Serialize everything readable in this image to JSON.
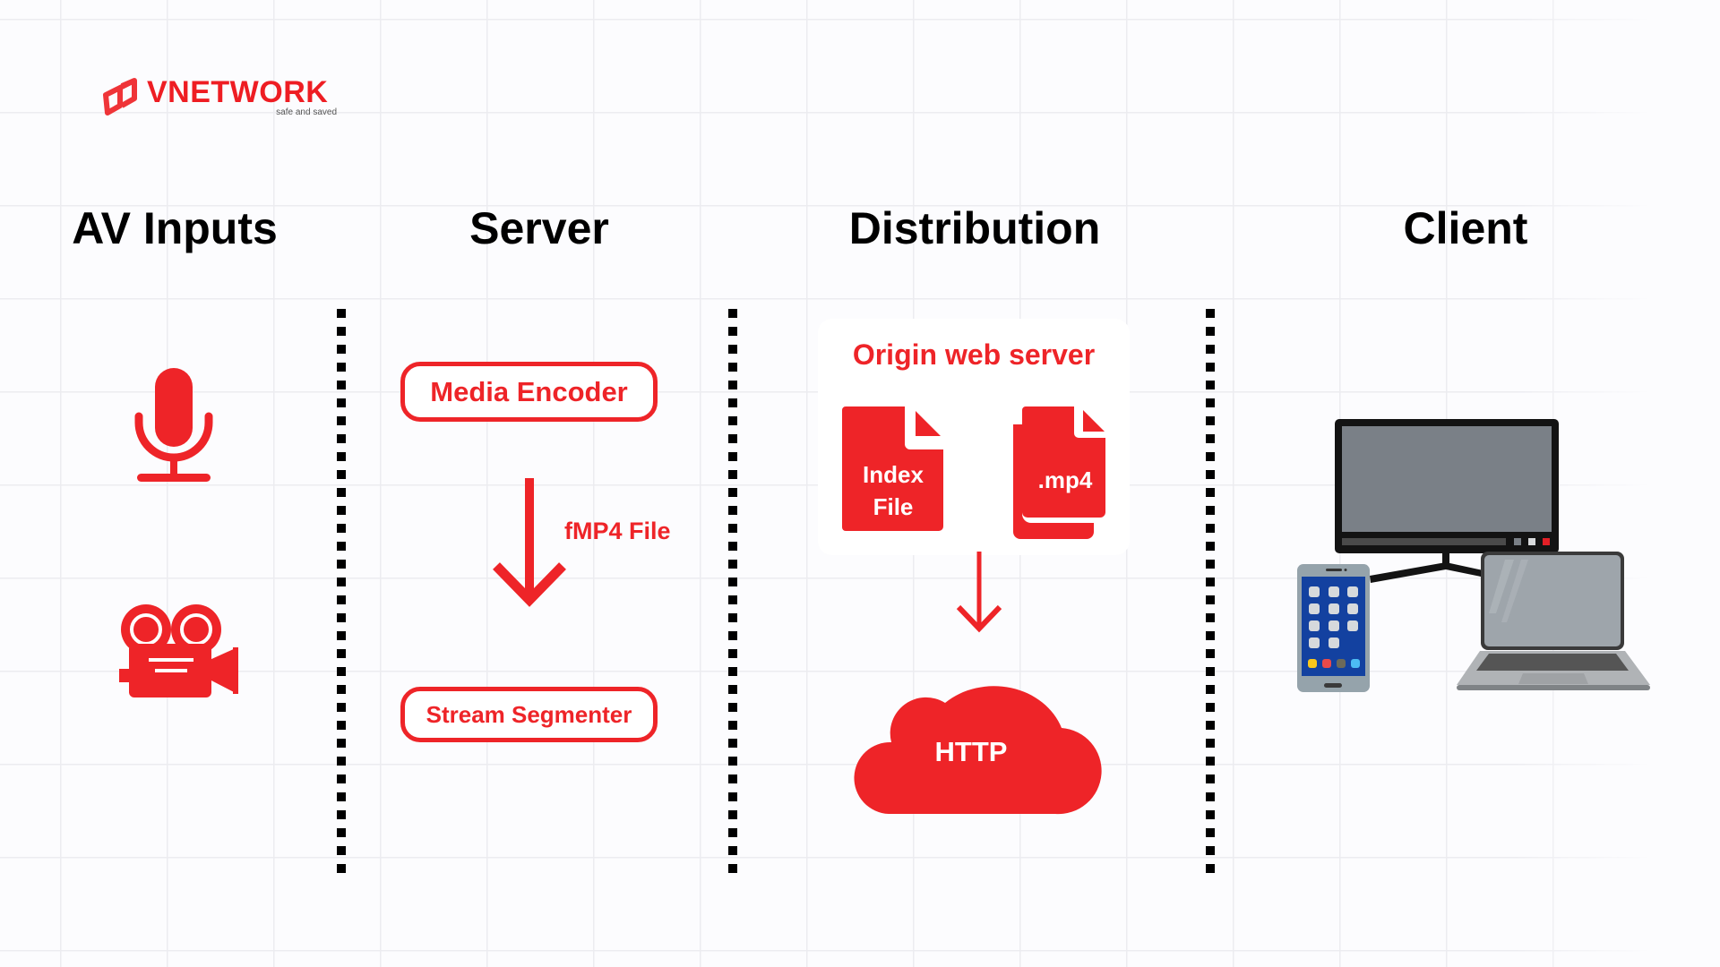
{
  "brand": {
    "name": "VNETWORK",
    "tagline": "safe and saved",
    "accent_color": "#ee2428"
  },
  "columns": [
    {
      "title": "AV Inputs"
    },
    {
      "title": "Server"
    },
    {
      "title": "Distribution"
    },
    {
      "title": "Client"
    }
  ],
  "av_inputs": {
    "icons": [
      "microphone-icon",
      "video-camera-icon"
    ]
  },
  "server": {
    "media_encoder": "Media Encoder",
    "arrow_label": "fMP4 File",
    "stream_segmenter": "Stream Segmenter"
  },
  "distribution": {
    "origin_title": "Origin web server",
    "index_file_line1": "Index",
    "index_file_line2": "File",
    "media_file": ".mp4",
    "cloud_label": "HTTP"
  },
  "client": {
    "devices": [
      "desktop-monitor-icon",
      "smartphone-icon",
      "laptop-icon"
    ]
  }
}
